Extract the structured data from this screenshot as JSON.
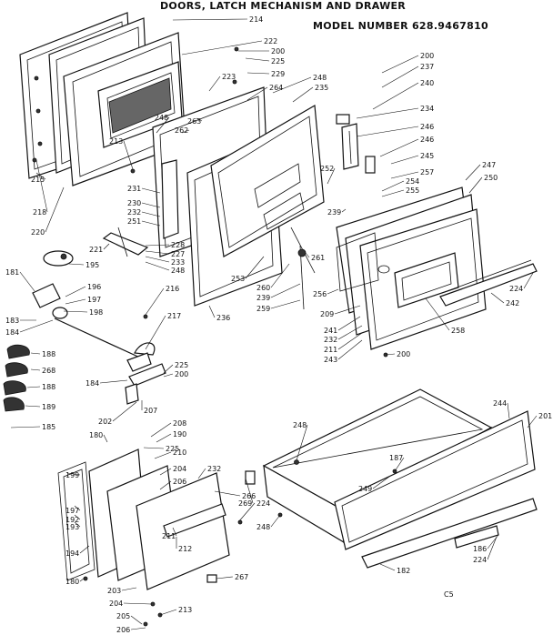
{
  "title": "DOORS, LATCH MECHANISM AND DRAWER",
  "model_number": "MODEL NUMBER 628.9467810",
  "corner_mark": "C5",
  "callouts": [
    "214",
    "222",
    "200",
    "225",
    "229",
    "223",
    "248",
    "264",
    "235",
    "200",
    "237",
    "240",
    "234",
    "246",
    "246",
    "245",
    "257",
    "254",
    "255",
    "247",
    "250",
    "252",
    "239",
    "215",
    "218",
    "220",
    "213",
    "248",
    "263",
    "262",
    "231",
    "230",
    "232",
    "251",
    "221",
    "195",
    "228",
    "227",
    "233",
    "248",
    "253",
    "260",
    "261",
    "239",
    "259",
    "256",
    "209",
    "241",
    "232",
    "211",
    "243",
    "200",
    "224",
    "242",
    "258",
    "236",
    "216",
    "217",
    "181",
    "196",
    "197",
    "198",
    "183",
    "184",
    "188",
    "268",
    "188",
    "189",
    "185",
    "184",
    "225",
    "200",
    "202",
    "207",
    "180",
    "208",
    "225",
    "190",
    "210",
    "204",
    "206",
    "232",
    "199",
    "197",
    "192",
    "193",
    "194",
    "180",
    "211",
    "212",
    "266",
    "269",
    "224",
    "248",
    "267",
    "203",
    "204",
    "213",
    "205",
    "206",
    "244",
    "201",
    "248",
    "187",
    "249",
    "186",
    "224",
    "182"
  ]
}
